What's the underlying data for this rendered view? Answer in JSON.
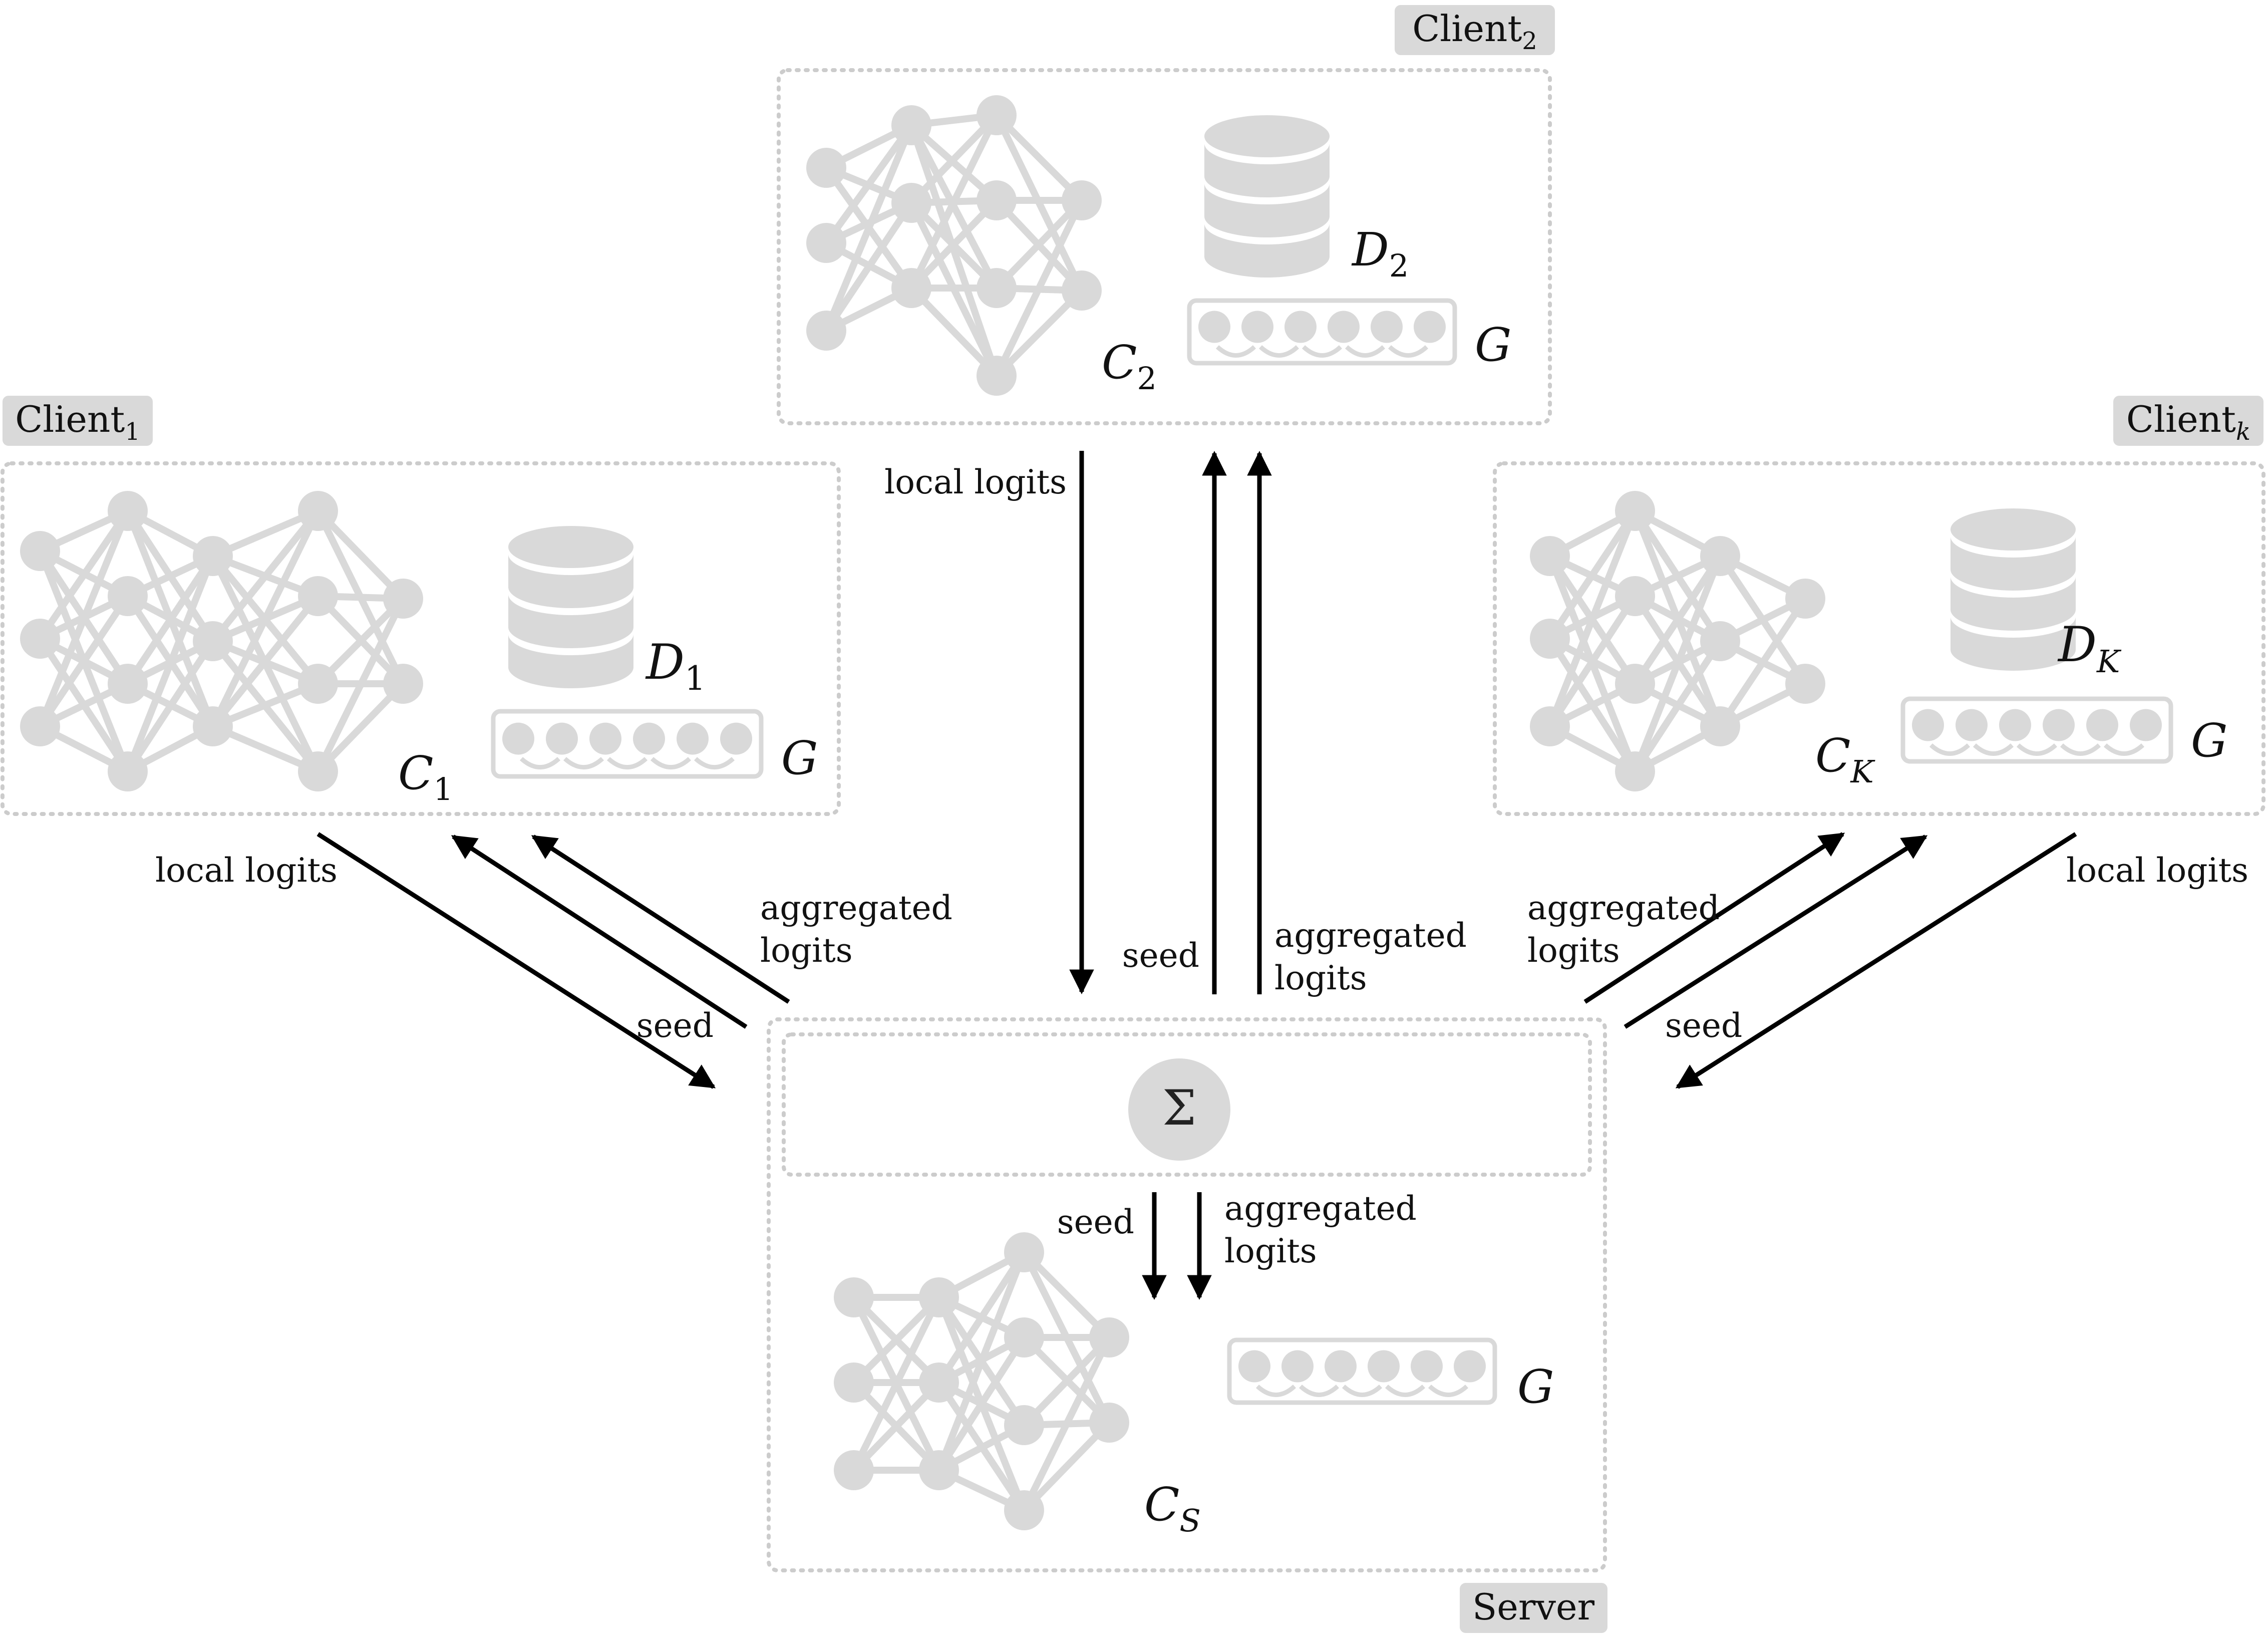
{
  "client2": {
    "tag": "Client",
    "tag_sub": "2",
    "model": "C",
    "model_sub": "2",
    "data": "D",
    "data_sub": "2",
    "gen": "G"
  },
  "client1": {
    "tag": "Client",
    "tag_sub": "1",
    "model": "C",
    "model_sub": "1",
    "data": "D",
    "data_sub": "1",
    "gen": "G"
  },
  "clientk": {
    "tag": "Client",
    "tag_sub": "k",
    "model": "C",
    "model_sub": "K",
    "data": "D",
    "data_sub": "K",
    "gen": "G"
  },
  "server": {
    "tag": "Server",
    "sum_symbol": "Σ",
    "model": "C",
    "model_sub": "S",
    "gen": "G"
  },
  "flows": {
    "local_logits": "local logits",
    "seed": "seed",
    "aggregated_1": "aggregated",
    "aggregated_2": "logits"
  },
  "colors": {
    "node": "#d9d9d9",
    "tag_bg": "#d9d9d9",
    "dotted_border": "#cccccc",
    "arrow": "#000000"
  },
  "icons": [
    "neural-network-icon",
    "database-icon",
    "generator-icon",
    "sum-icon"
  ]
}
